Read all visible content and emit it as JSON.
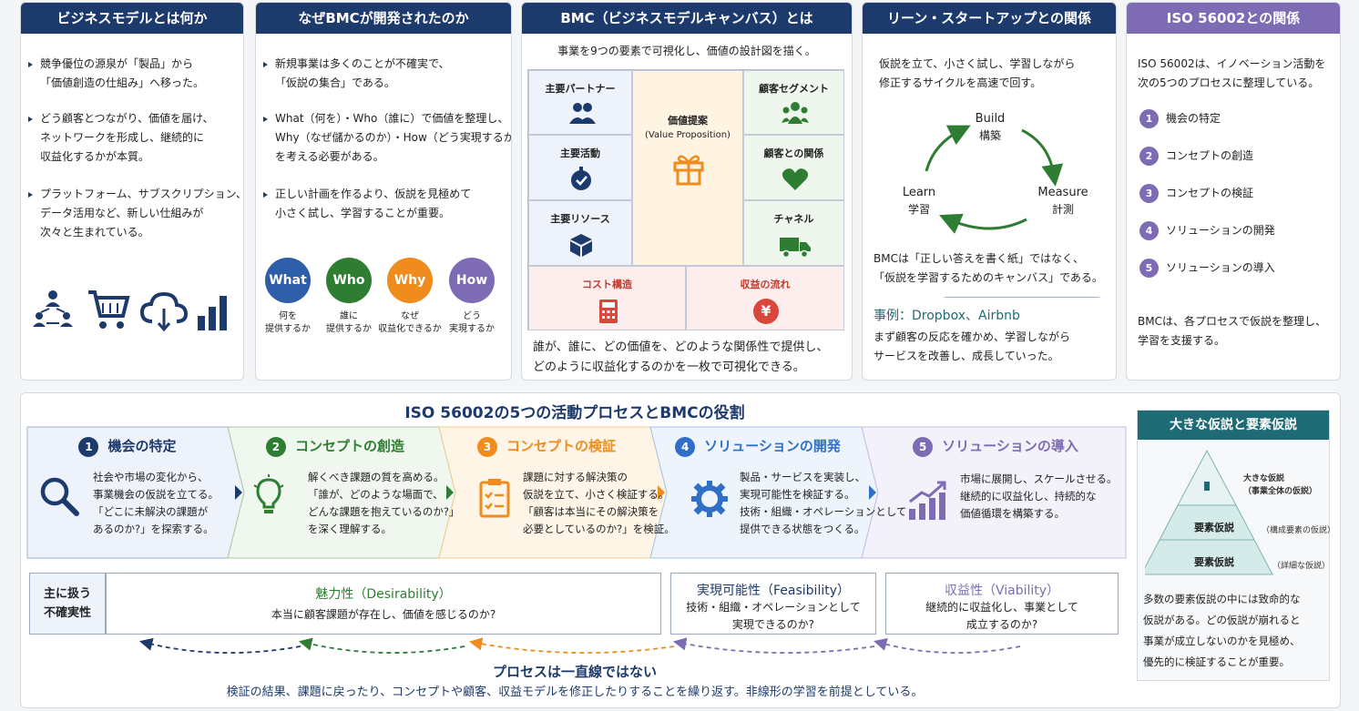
{
  "card1": {
    "title": "ビジネスモデルとは何か",
    "bullets": [
      [
        "競争優位の源泉が「製品」から",
        "「価値創造の仕組み」へ移った。"
      ],
      [
        "どう顧客とつながり、価値を届け、",
        "ネットワークを形成し、継続的に",
        "収益化するかが本質。"
      ],
      [
        "プラットフォーム、サブスクリプション、",
        "データ活用など、新しい仕組みが",
        "次々と生まれている。"
      ]
    ]
  },
  "card2": {
    "title": "なぜBMCが開発されたのか",
    "bullets": [
      [
        "新規事業は多くのことが不確実で、",
        "「仮説の集合」である。"
      ],
      [
        "What（何を）・Who（誰に）で価値を整理し、",
        "Why（なぜ儲かるのか）・How（どう実現するか）",
        "を考える必要がある。"
      ],
      [
        "正しい計画を作るより、仮説を見極めて",
        "小さく試し、学習することが重要。"
      ]
    ],
    "circles": [
      {
        "label": "What",
        "sub": [
          "何を",
          "提供するか"
        ],
        "color": "#2f5ea8"
      },
      {
        "label": "Who",
        "sub": [
          "誰に",
          "提供するか"
        ],
        "color": "#2e7d32"
      },
      {
        "label": "Why",
        "sub": [
          "なぜ",
          "収益化できるか"
        ],
        "color": "#ef8c1d"
      },
      {
        "label": "How",
        "sub": [
          "どう",
          "実現するか"
        ],
        "color": "#7d6cb3"
      }
    ]
  },
  "card3": {
    "title": "BMC（ビジネスモデルキャンバス）とは",
    "intro": "事業を9つの要素で可視化し、価値の設計図を描く。",
    "cells": {
      "partner": "主要パートナー",
      "activity": "主要活動",
      "resource": "主要リソース",
      "vp": "価値提案",
      "vp_en": "(Value Proposition)",
      "segment": "顧客セグメント",
      "relation": "顧客との関係",
      "channel": "チャネル",
      "cost": "コスト構造",
      "revenue": "収益の流れ"
    },
    "footer": [
      "誰が、誰に、どの価値を、どのような関係性で提供し、",
      "どのように収益化するのかを一枚で可視化できる。"
    ]
  },
  "card4": {
    "title": "リーン・スタートアップとの関係",
    "intro": [
      "仮説を立て、小さく試し、学習しながら",
      "修正するサイクルを高速で回す。"
    ],
    "build": "Build",
    "build_jp": "構築",
    "measure": "Measure",
    "measure_jp": "計測",
    "learn": "Learn",
    "learn_jp": "学習",
    "note": [
      "BMCは「正しい答えを書く紙」ではなく、",
      "「仮説を学習するためのキャンバス」である。"
    ],
    "case_title": "事例：Dropbox、Airbnb",
    "case": [
      "まず顧客の反応を確かめ、学習しながら",
      "サービスを改善し、成長していった。"
    ]
  },
  "card5": {
    "title": "ISO 56002との関係",
    "intro": [
      "ISO 56002は、イノベーション活動を",
      "次の5つのプロセスに整理している。"
    ],
    "steps": [
      "機会の特定",
      "コンセプトの創造",
      "コンセプトの検証",
      "ソリューションの開発",
      "ソリューションの導入"
    ],
    "footer": [
      "BMCは、各プロセスで仮説を整理し、",
      "学習を支援する。"
    ]
  },
  "bottom": {
    "title": "ISO 56002の5つの活動プロセスとBMCの役割",
    "steps": [
      {
        "num": "1",
        "title": "機会の特定",
        "color": "#1d3a6c",
        "text": [
          "社会や市場の変化から、",
          "事業機会の仮説を立てる。",
          "「どこに未解決の課題が",
          "あるのか?」を探索する。"
        ]
      },
      {
        "num": "2",
        "title": "コンセプトの創造",
        "color": "#2e7d32",
        "text": [
          "解くべき課題の質を高める。",
          "「誰が、どのような場面で、",
          "どんな課題を抱えているのか?」",
          "を深く理解する。"
        ]
      },
      {
        "num": "3",
        "title": "コンセプトの検証",
        "color": "#ef8c1d",
        "text": [
          "課題に対する解決策の",
          "仮説を立て、小さく検証する。",
          "「顧客は本当にその解決策を",
          "必要としているのか?」を検証。"
        ]
      },
      {
        "num": "4",
        "title": "ソリューションの開発",
        "color": "#2f6fc7",
        "text": [
          "製品・サービスを実装し、",
          "実現可能性を検証する。",
          "技術・組織・オペレーションとして",
          "提供できる状態をつくる。"
        ]
      },
      {
        "num": "5",
        "title": "ソリューションの導入",
        "color": "#7d6cb3",
        "text": [
          "市場に展開し、スケールさせる。",
          "継続的に収益化し、持続的な",
          "価値循環を構築する。"
        ]
      }
    ],
    "uncertainty_label": [
      "主に扱う",
      "不確実性"
    ],
    "desirability": {
      "title": "魅力性（Desirability）",
      "text": [
        "本当に顧客課題が存在し、価値を感じるのか?"
      ]
    },
    "feasibility": {
      "title": "実現可能性（Feasibility）",
      "text": [
        "技術・組織・オペレーションとして",
        "実現できるのか?"
      ]
    },
    "viability": {
      "title": "収益性（Viability）",
      "text": [
        "継続的に収益化し、事業として",
        "成立するのか?"
      ]
    },
    "loop_title": "プロセスは一直線ではない",
    "loop_text": "検証の結果、課題に戻ったり、コンセプトや顧客、収益モデルを修正したりすることを繰り返す。非線形の学習を前提としている。"
  },
  "side": {
    "title": "大きな仮説と要素仮説",
    "big": "大きな仮説",
    "big_note": "（事業全体の仮説）",
    "elem1": "要素仮説",
    "elem1_note": "（構成要素の仮説）",
    "elem2": "要素仮説",
    "elem2_note": "（詳細な仮説）",
    "text": [
      "多数の要素仮説の中には致命的な",
      "仮説がある。どの仮説が崩れると",
      "事業が成立しないのかを見極め、",
      "優先的に検証することが重要。"
    ]
  },
  "colors": {
    "navy": "#1d3a6c",
    "green": "#2e7d32",
    "orange": "#ef8c1d",
    "blue": "#2f6fc7",
    "purple": "#7d6cb3",
    "teal": "#1f6b75"
  }
}
